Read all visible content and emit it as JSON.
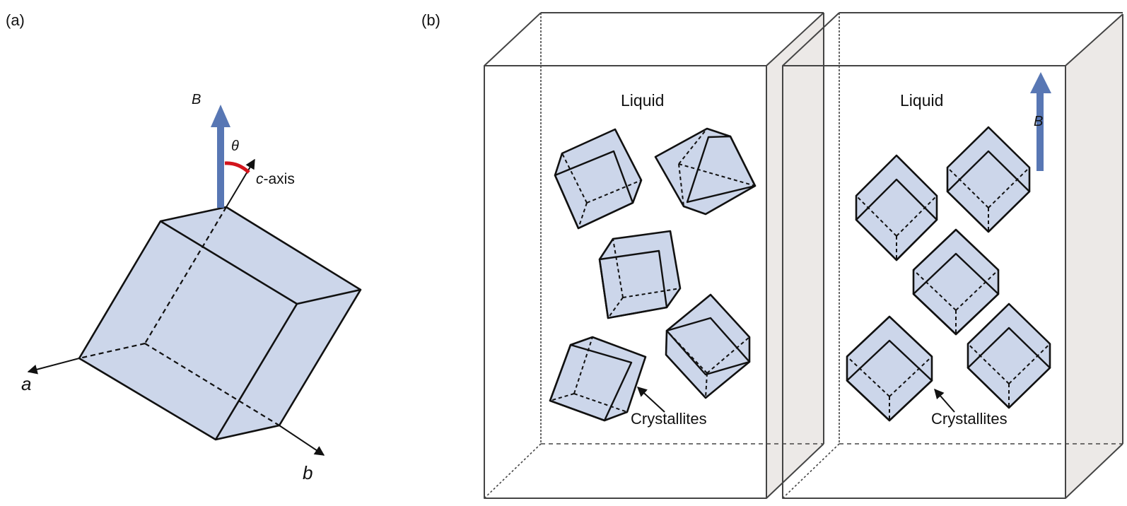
{
  "panel_a": {
    "label": "(a)",
    "field_label": "B",
    "angle_label": "θ",
    "c_axis_prefix": "c",
    "c_axis_suffix": "-axis",
    "a_axis_label": "a",
    "b_axis_label": "b"
  },
  "panel_b": {
    "label": "(b)",
    "containers": [
      {
        "liquid_label": "Liquid",
        "crystallites_label": "Crystallites",
        "field_applied": false
      },
      {
        "liquid_label": "Liquid",
        "crystallites_label": "Crystallites",
        "field_applied": true,
        "field_label": "B"
      }
    ]
  },
  "colors": {
    "crystal_fill": "#ccd6ea",
    "field_arrow": "#5877b4",
    "angle_arc": "#d3141c",
    "side_face": "#ece9e7",
    "edge": "#111111",
    "box_edge": "#444444"
  }
}
